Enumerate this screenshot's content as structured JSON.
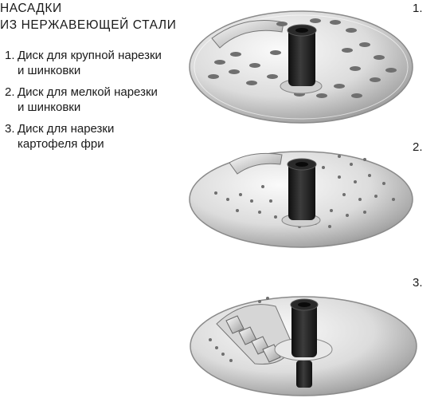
{
  "title_line1": "НАСАДКИ",
  "title_line2": "ИЗ НЕРЖАВЕЮЩЕЙ СТАЛИ",
  "items": [
    {
      "num": "1.",
      "text": "Диск для крупной нарезки\nи шинковки"
    },
    {
      "num": "2.",
      "text": "Диск для мелкой нарезки\nи шинковки"
    },
    {
      "num": "3.",
      "text": "Диск для нарезки\nкартофеля фри"
    }
  ],
  "disc_labels": [
    "1.",
    "2.",
    "3."
  ],
  "colors": {
    "steel_light": "#f4f4f4",
    "steel_mid": "#bdbdbd",
    "steel_dark": "#6e6e6e",
    "hub": "#1e1e1e"
  }
}
